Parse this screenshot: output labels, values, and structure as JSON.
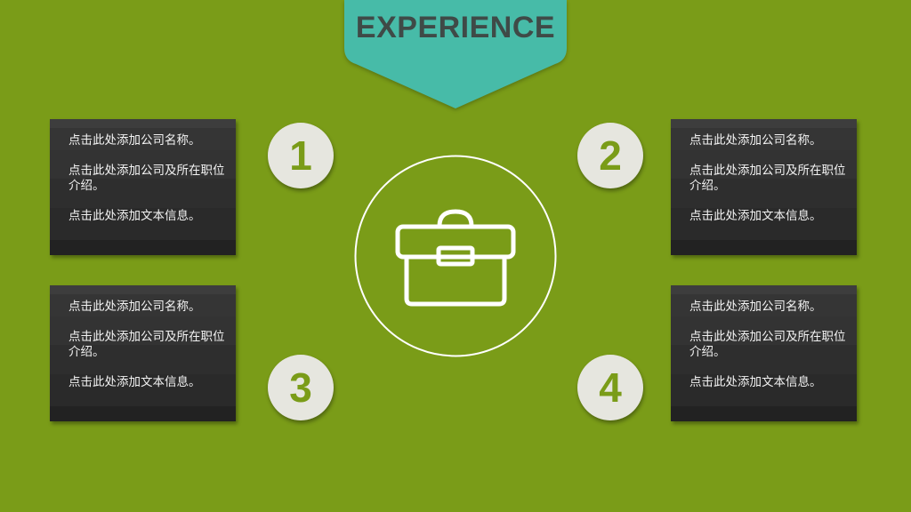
{
  "colors": {
    "background": "#7a9c18",
    "banner": "#47bba8",
    "title_text": "#3f4a47",
    "card": "#2e2e2e",
    "number_circle": "#e6e6df",
    "number_text": "#7a9c18",
    "icon": "#ffffff"
  },
  "header": {
    "title": "EXPERIENCE"
  },
  "center": {
    "icon": "briefcase-icon"
  },
  "cards": [
    {
      "number": "1",
      "company": "点击此处添加公司名称。",
      "position": "点击此处添加公司及所在职位介绍。",
      "details": "点击此处添加文本信息。"
    },
    {
      "number": "2",
      "company": "点击此处添加公司名称。",
      "position": "点击此处添加公司及所在职位介绍。",
      "details": "点击此处添加文本信息。"
    },
    {
      "number": "3",
      "company": "点击此处添加公司名称。",
      "position": "点击此处添加公司及所在职位介绍。",
      "details": "点击此处添加文本信息。"
    },
    {
      "number": "4",
      "company": "点击此处添加公司名称。",
      "position": "点击此处添加公司及所在职位介绍。",
      "details": "点击此处添加文本信息。"
    }
  ]
}
